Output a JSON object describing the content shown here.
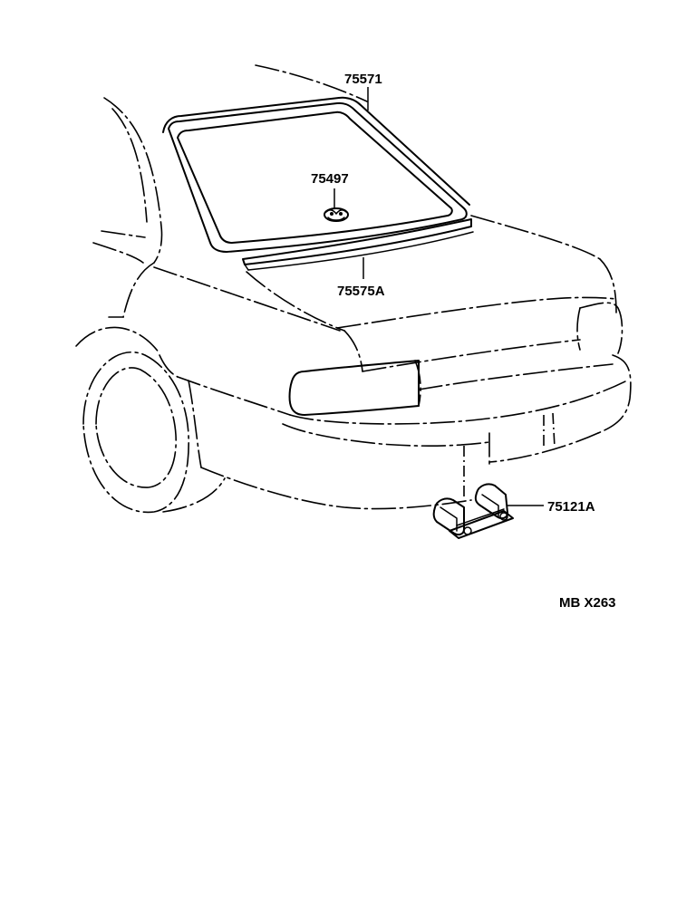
{
  "diagram": {
    "callouts": {
      "glass_weatherstrip": "75571",
      "emblem": "75497",
      "lower_moulding": "75575A",
      "license_plate_bracket": "75121A"
    },
    "reference_code": "MB X263"
  }
}
